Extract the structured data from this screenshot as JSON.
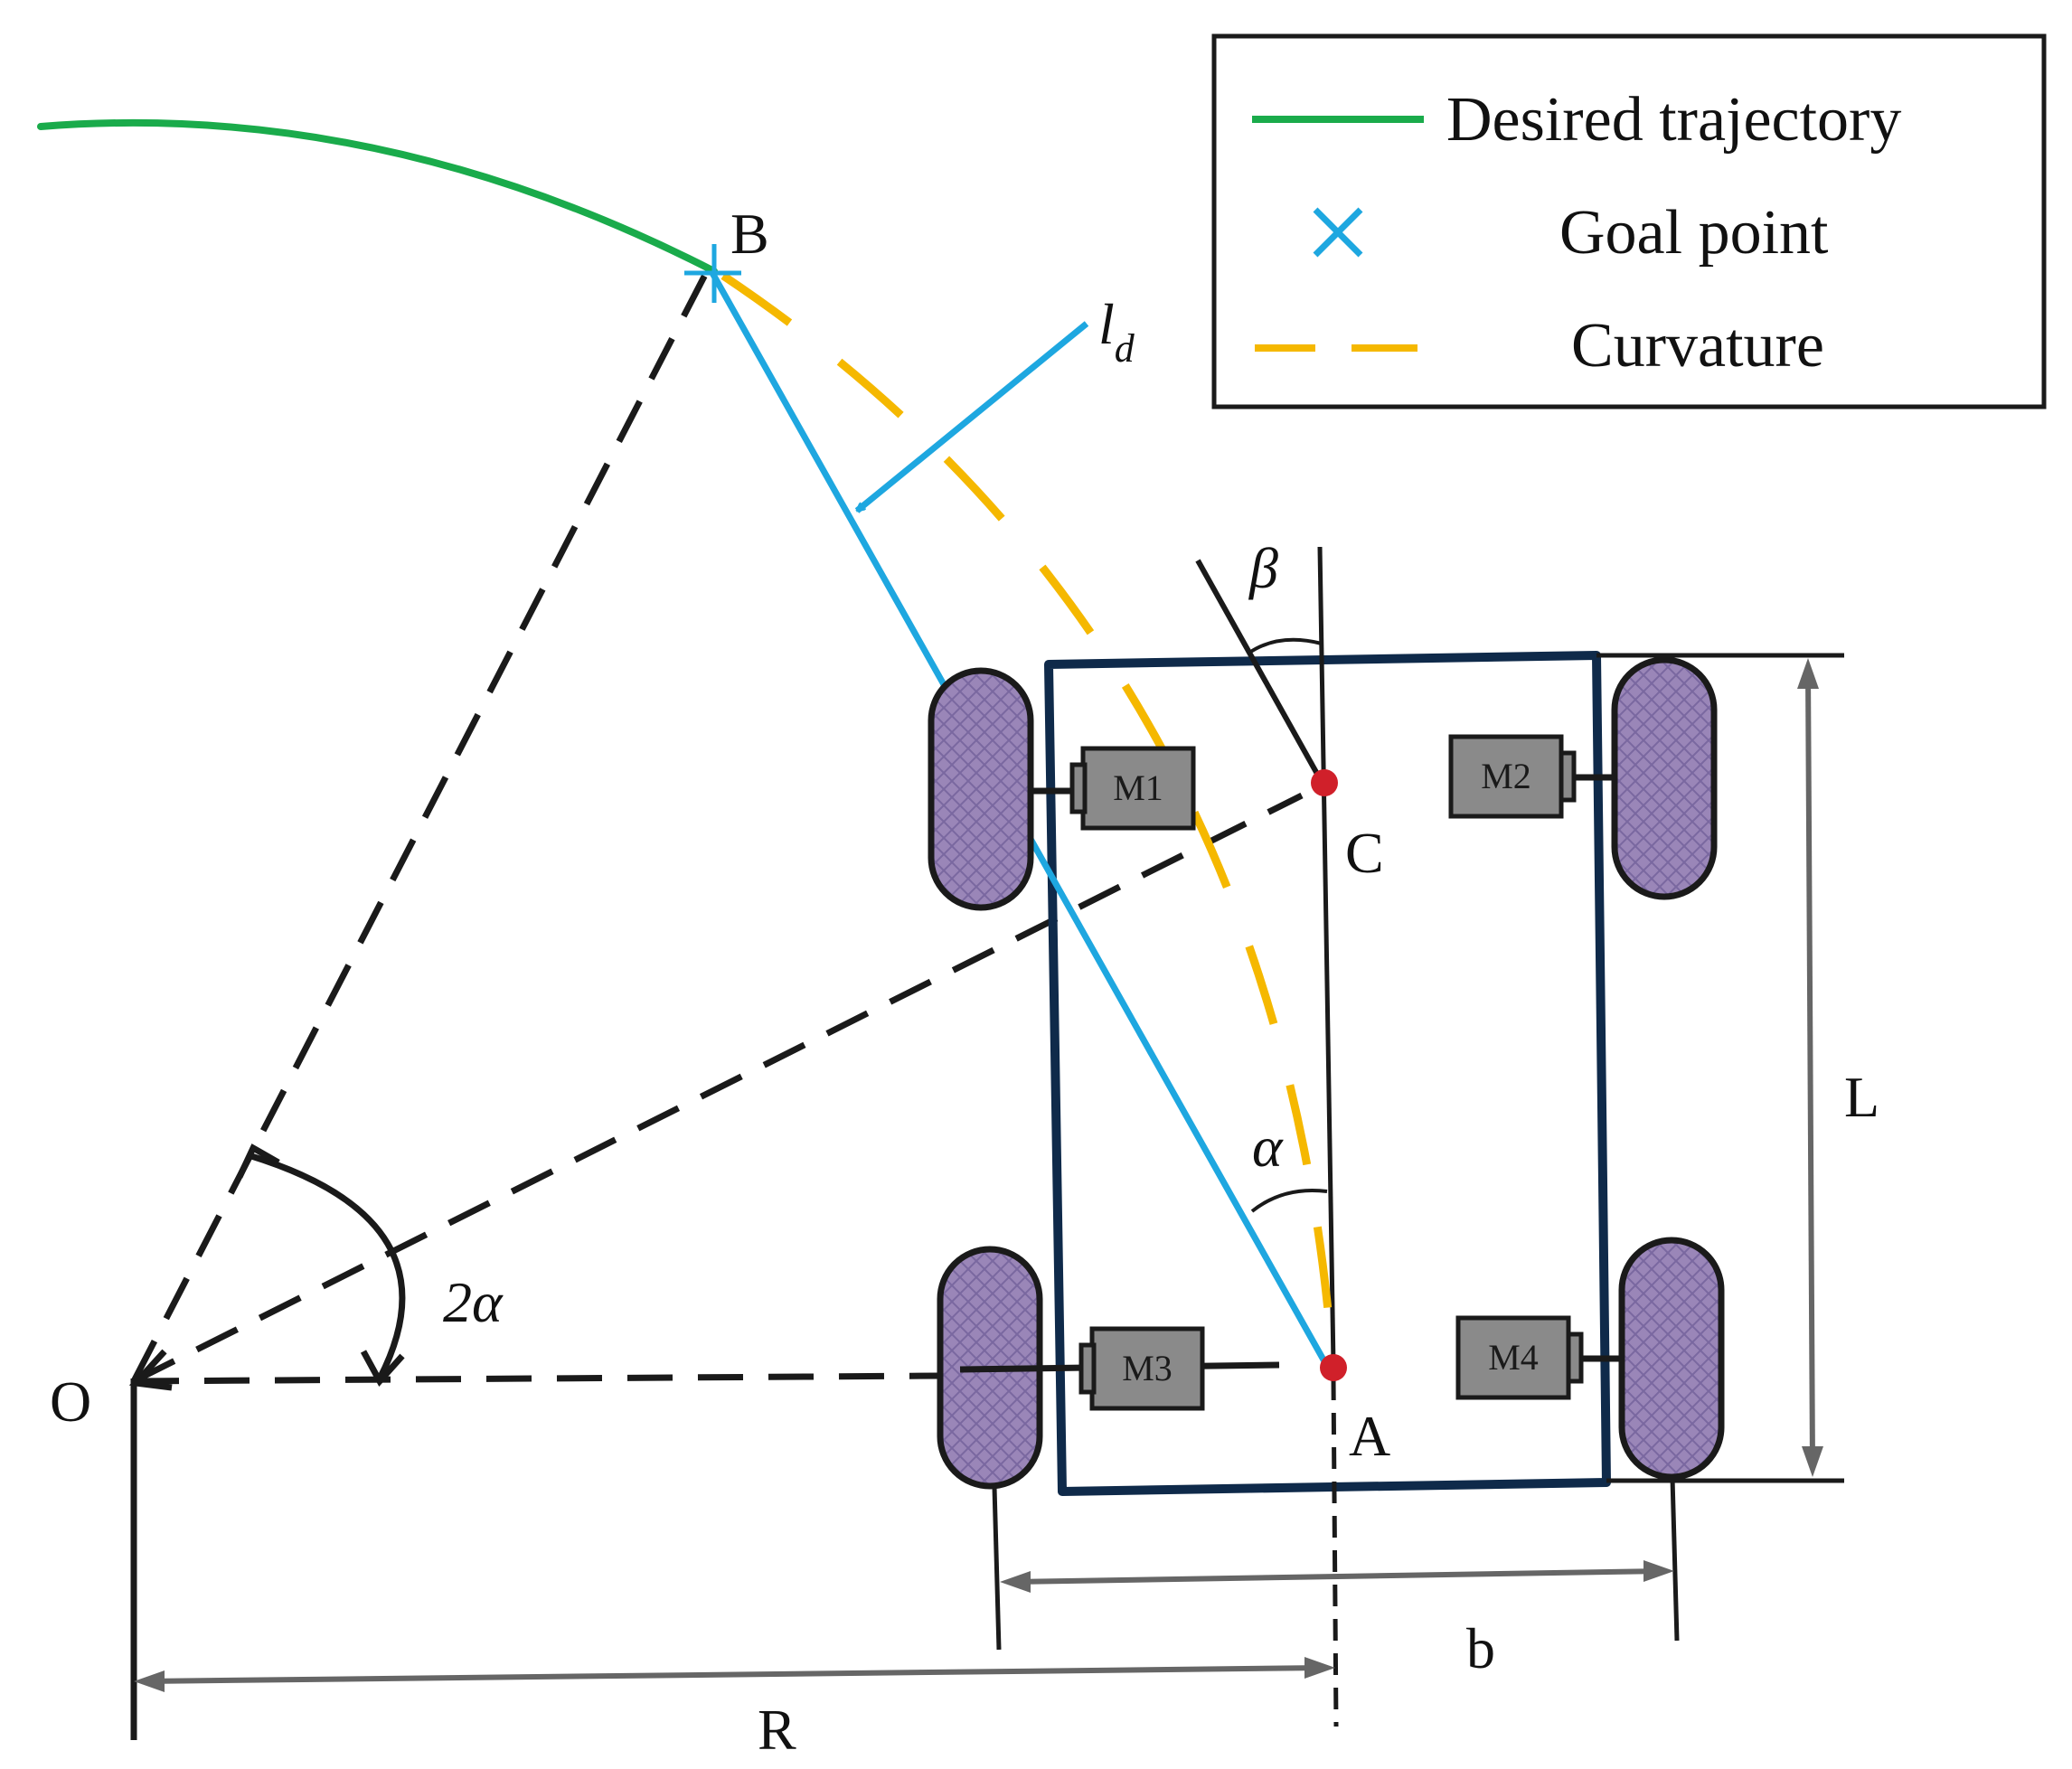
{
  "legend": {
    "items": [
      {
        "label": "Desired trajectory",
        "symbol": "solid-line",
        "color": "#1aab4b"
      },
      {
        "label": "Goal point",
        "symbol": "x-marker",
        "color": "#1ea7e0"
      },
      {
        "label": "Curvature",
        "symbol": "dashed-line",
        "color": "#f5b800"
      }
    ]
  },
  "points": {
    "B": "B",
    "C": "C",
    "A": "A",
    "O": "O"
  },
  "labels": {
    "lookahead": "l",
    "lookahead_sub": "d",
    "beta": "β",
    "alpha": "α",
    "two_alpha": "2α",
    "wheelbase": "L",
    "track": "b",
    "radius": "R"
  },
  "motors": [
    "M1",
    "M2",
    "M3",
    "M4"
  ],
  "colors": {
    "trajectory": "#1aab4b",
    "goal_line": "#1ea7e0",
    "curvature": "#f5b800",
    "chassis": "#0f2a4a",
    "wheel_fill": "#9a86b8",
    "motor_fill": "#8a8a8a",
    "point": "#d0202a",
    "dimension": "#666666"
  }
}
